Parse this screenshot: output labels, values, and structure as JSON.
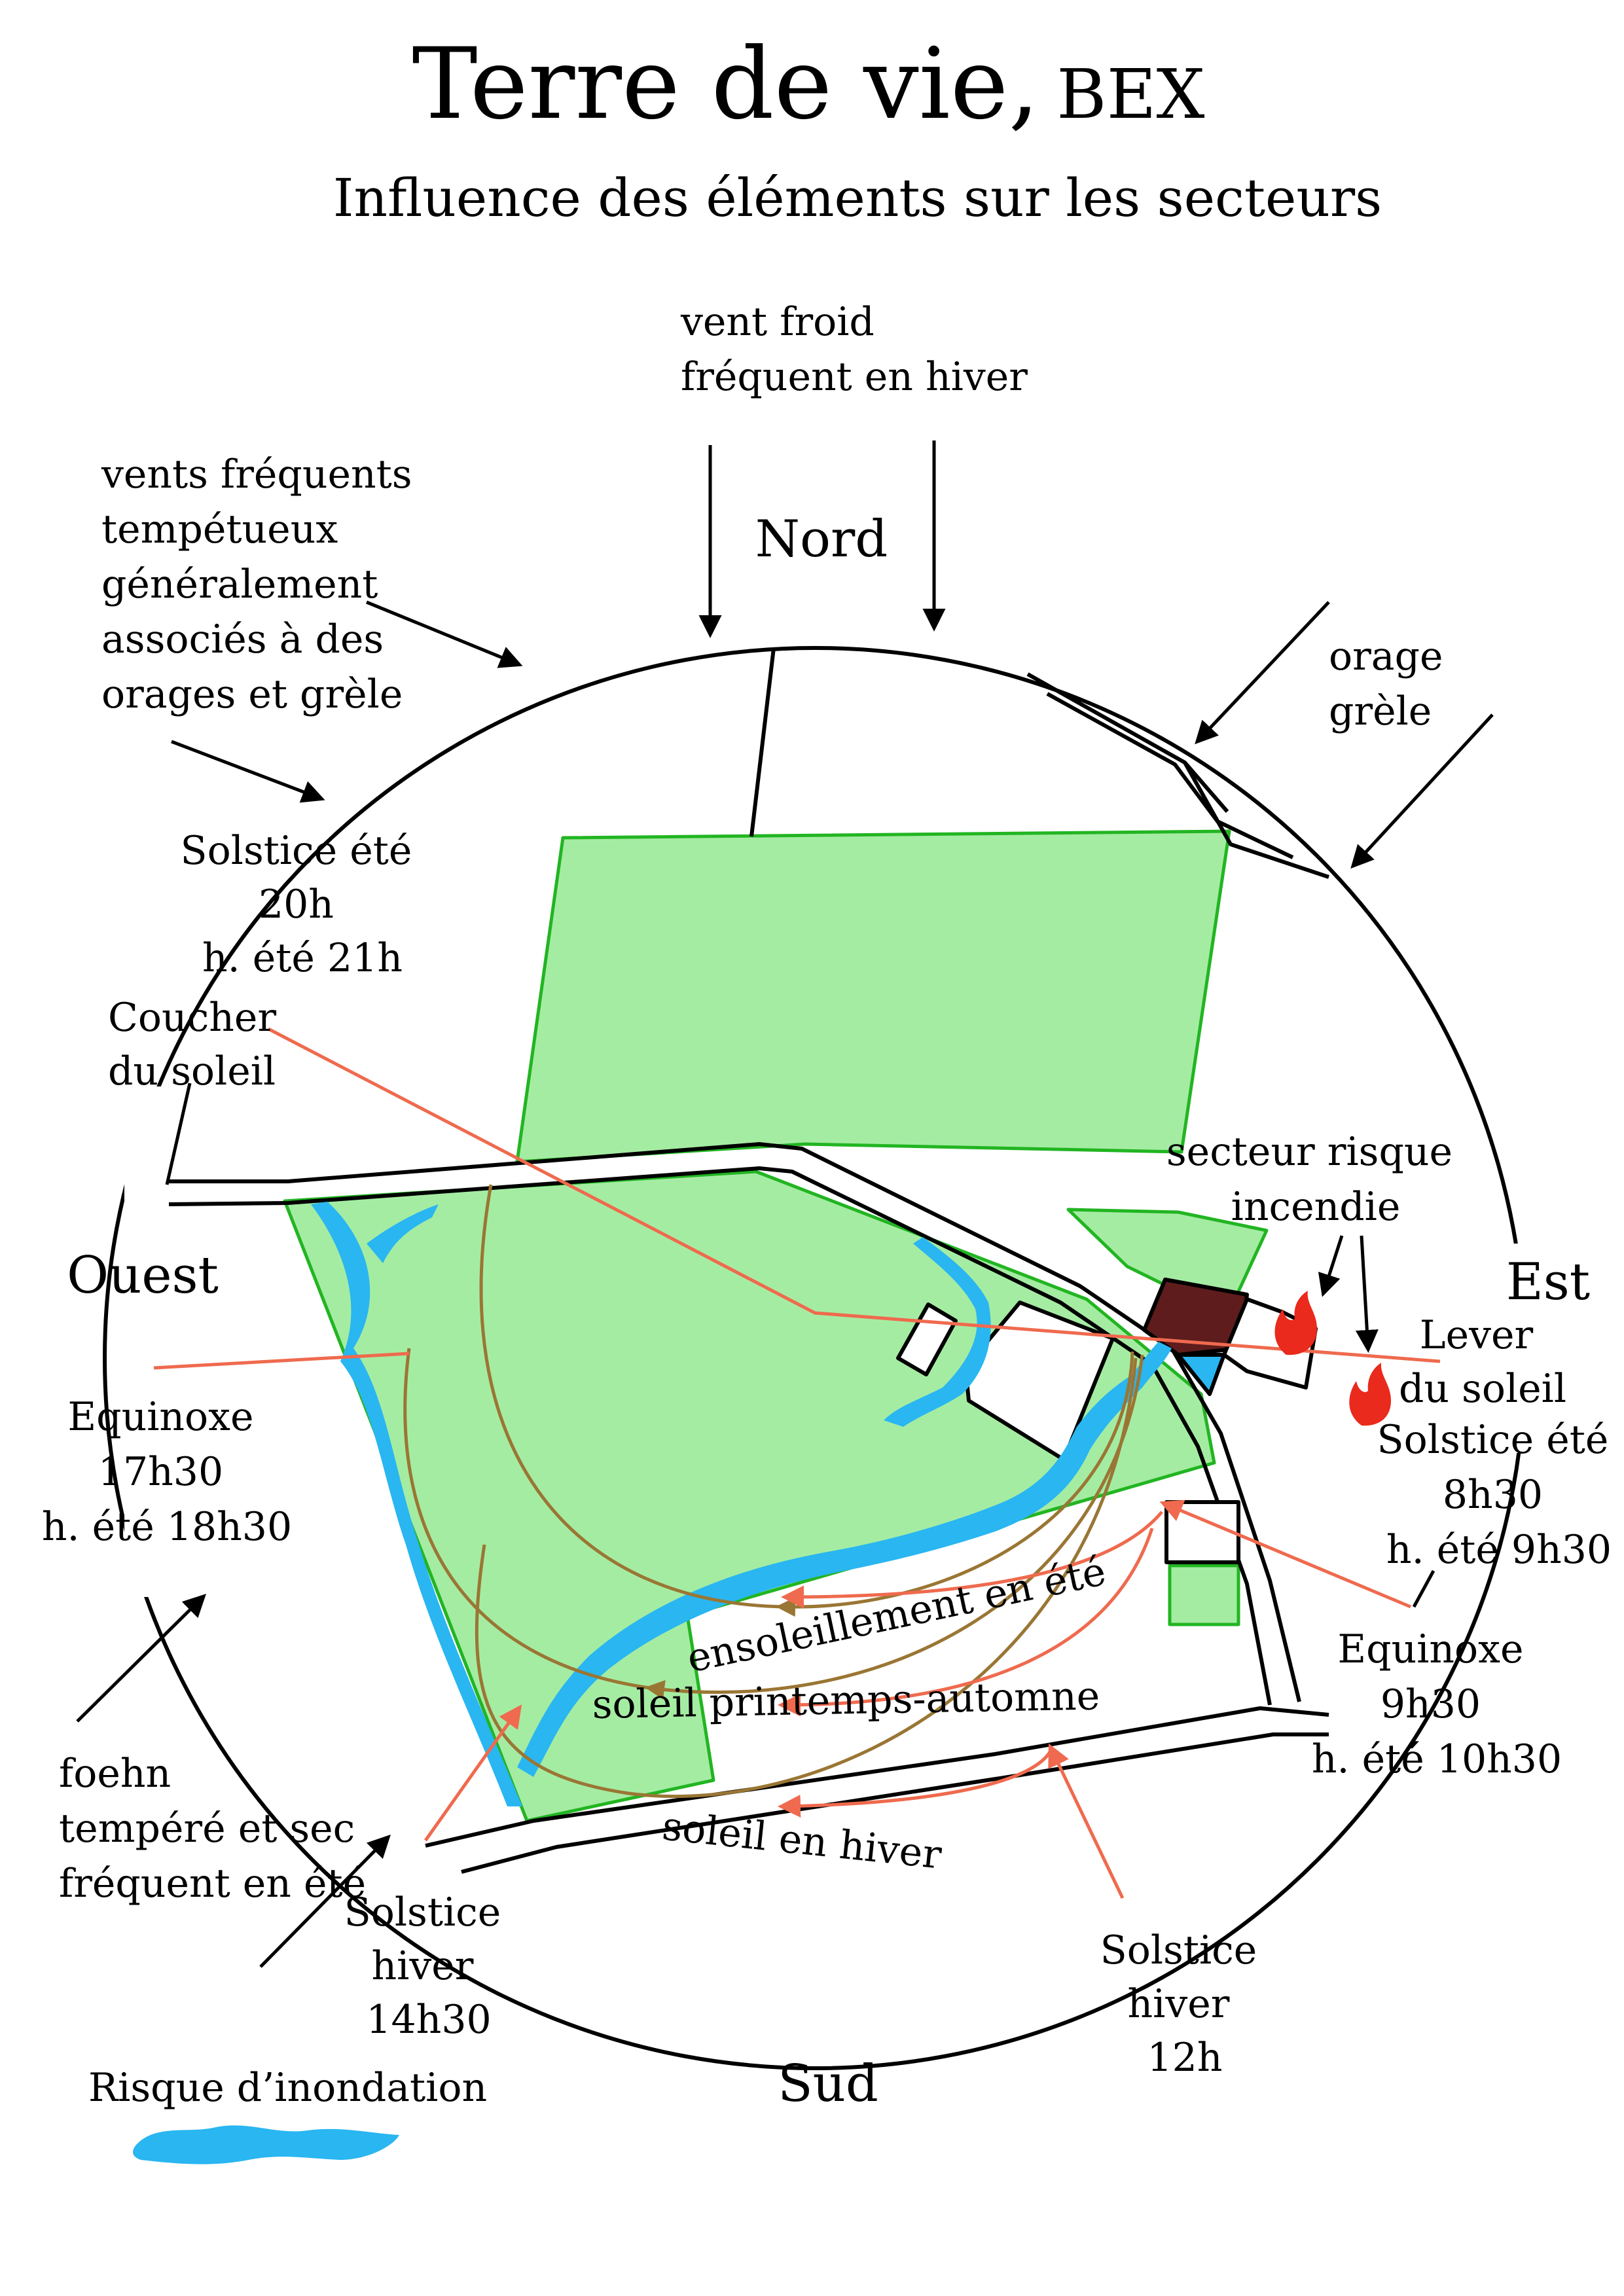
{
  "header": {
    "title_main": "Terre de vie,",
    "title_place": "BEX",
    "subtitle": "Influence des éléments sur les secteurs"
  },
  "compass": {
    "north": "Nord",
    "south": "Sud",
    "east": "Est",
    "west": "Ouest"
  },
  "winds": {
    "north_cold": [
      "vent froid",
      "fréquent en hiver"
    ],
    "northwest_storm": [
      "vents fréquents",
      "tempétueux",
      "généralement",
      "associés à des",
      "orages et grèle"
    ],
    "northeast_hail": [
      "orage",
      "grèle"
    ],
    "foehn": [
      "foehn",
      "tempéré et sec",
      "fréquent en été"
    ]
  },
  "sun": {
    "sunset": [
      "Coucher",
      "du soleil"
    ],
    "solstice_summer_west": [
      "Solstice été",
      "20h",
      "h. été 21h"
    ],
    "equinox_west": [
      "Equinoxe",
      "17h30",
      "h. été 18h30"
    ],
    "sunrise": [
      "Lever",
      "du soleil"
    ],
    "solstice_summer_east": [
      "Solstice été",
      "8h30",
      "h. été 9h30"
    ],
    "equinox_east": [
      "Equinoxe",
      "9h30",
      "h. été 10h30"
    ],
    "solstice_winter_sw": [
      "Solstice",
      "hiver",
      "14h30"
    ],
    "solstice_winter_s": [
      "Solstice",
      "hiver",
      "12h"
    ],
    "paths": {
      "summer": "ensoleillement en été",
      "spring_autumn": "soleil printemps-automne",
      "winter": "soleil en hiver"
    }
  },
  "fire": {
    "label": [
      "secteur risque",
      "incendie"
    ]
  },
  "legend": {
    "flood_label": "Risque d’inondation"
  },
  "colors": {
    "field_fill": "#a5eca3",
    "field_stroke": "#22b522",
    "water": "#29b6f1",
    "sun_line": "#ef6a4e",
    "sun_arc": "#9a7634",
    "building_dark": "#5e1c1c",
    "fire": "#e92a1c"
  }
}
